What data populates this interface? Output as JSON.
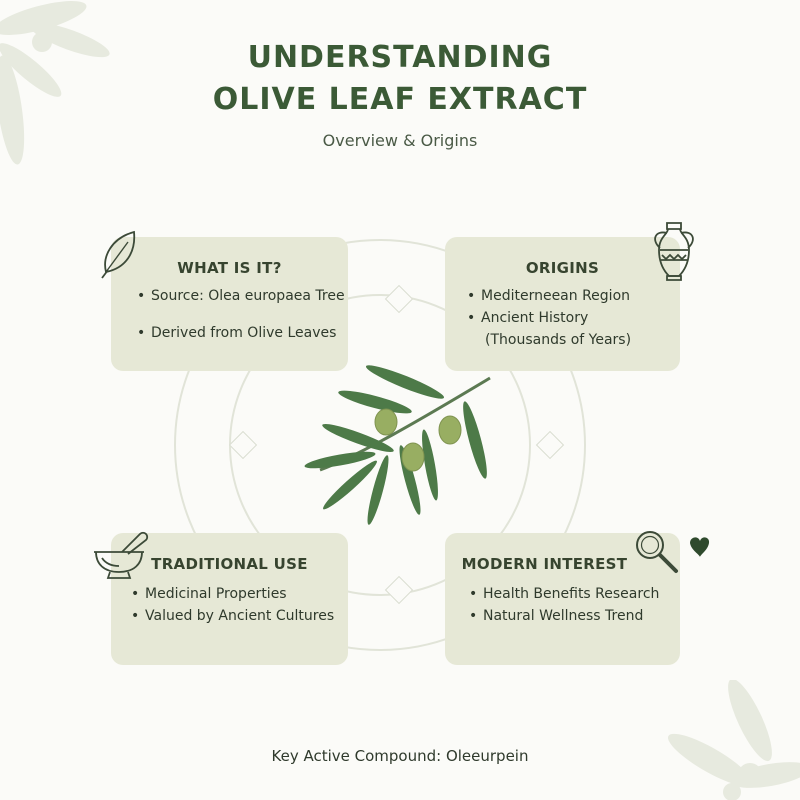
{
  "header": {
    "title_line1": "UNDERSTANDING",
    "title_line2": "OLIVE LEAF EXTRACT",
    "subtitle": "Overview & Origins"
  },
  "cards": {
    "what": {
      "title": "WHAT IS IT?",
      "items": [
        "Source: Olea europaea Tree",
        "Derived from Olive Leaves"
      ],
      "icon": "leaf-icon"
    },
    "origins": {
      "title": "ORIGINS",
      "items": [
        "Mediterneean Region",
        "Ancient History",
        "(Thousands of Years)"
      ],
      "icon": "amphora-icon"
    },
    "traditional": {
      "title": "TRADITIONAL USE",
      "items": [
        "Medicinal Properties",
        "Valued by Ancient Cultures"
      ],
      "icon": "mortar-pestle-icon"
    },
    "modern": {
      "title": "MODERN INTEREST",
      "items": [
        "Health Benefits Research",
        "Natural Wellness Trend"
      ],
      "icon": "magnifier-heart-icon"
    }
  },
  "footer": {
    "text": "Key Active Compound: Oleeurpein"
  },
  "colors": {
    "background": "#fbfbf8",
    "card": "#e6e8d6",
    "title_green": "#3b5a36",
    "leaf_green": "#4d7a48",
    "olive_fruit": "#98ae62"
  }
}
